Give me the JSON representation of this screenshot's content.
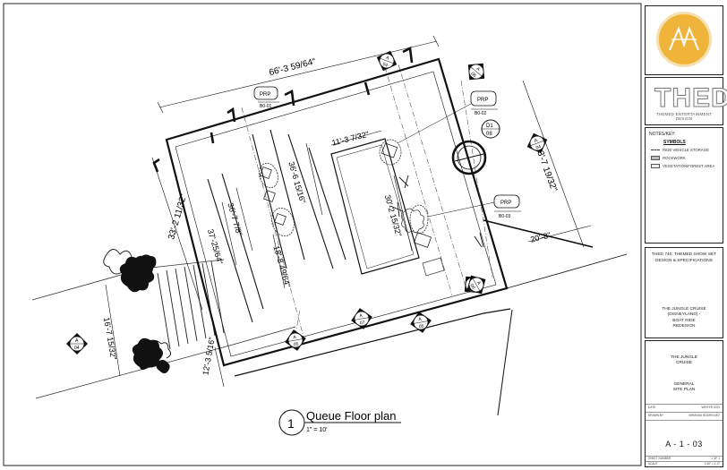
{
  "drawing": {
    "title_number": "1",
    "title": "Queue Floor plan",
    "scale": "1\" = 10'",
    "dimensions": {
      "top_overall": "66'-3 59/64\"",
      "right_side": "53'-7 19/32\"",
      "left_side": "33'-2 11/32\"",
      "interior_a": "36'-7 7/8\"",
      "interior_b": "37'-25/64\"",
      "interior_c": "36'-6 15/16\"",
      "interior_d": "18'-8 49/64\"",
      "center_width": "11'-3 7/32\"",
      "center_length": "30'-2 15/32\"",
      "right_ext": "20'-8\"",
      "left_walk": "16'-7 15/32\"",
      "bottom_walk": "12'-3 5/16\""
    },
    "callouts": {
      "prp1": "PRP",
      "prp1_ref": "B0-01",
      "prp2": "PRP",
      "prp2_ref": "B0-02",
      "prp3": "PRP",
      "prp3_ref": "B0-03",
      "det1_top": "D1",
      "det1_bot": "08"
    },
    "section_markers": [
      {
        "top": "A",
        "bot": "04"
      },
      {
        "top": "A",
        "bot": "04"
      },
      {
        "top": "A",
        "bot": "04"
      },
      {
        "top": "A",
        "bot": "06"
      },
      {
        "top": "A",
        "bot": "07"
      },
      {
        "top": "A",
        "bot": "06"
      },
      {
        "top": "A",
        "bot": "05"
      },
      {
        "top": "A",
        "bot": "05"
      },
      {
        "top": "A",
        "bot": "06"
      }
    ]
  },
  "title_block": {
    "brand_letters": "THED",
    "brand_sub": "THEMED ENTERTAINMENT DESIGN",
    "notes_title": "NOTES/KEY:",
    "symbols_title": "SYMBOLS",
    "symbols": [
      "RIDE VEHICLE STORAGE",
      "ROCKWORK",
      "VEGETATION/FOREST AREA"
    ],
    "course_title": "THED 740: THEMED SHOW SET DESIGN & SPECIFICATIONS",
    "project": [
      "THE JUNGLE CRUISE",
      "(DISNEYLAND) -",
      "BOAT RIDE",
      "REDESIGN"
    ],
    "sheet_title1": [
      "THE JUNGLE",
      "CRUISE"
    ],
    "sheet_title2": [
      "GENERAL",
      "SITE PLAN"
    ],
    "fields": [
      {
        "label": "DATE",
        "value": "WINTER 2023"
      },
      {
        "label": "DRAWN BY",
        "value": "MIRANDA RODRIGUEZ"
      }
    ],
    "sheet_number": "A - 1 - 03",
    "sheet_field": {
      "label": "SHEET NUMBER",
      "value": "1 OF 1"
    },
    "scale_field": {
      "label": "SCALE",
      "value": "1/16\" = 1'-0\""
    }
  },
  "colors": {
    "logo_fill": "#f0b43a",
    "line": "#111111"
  }
}
